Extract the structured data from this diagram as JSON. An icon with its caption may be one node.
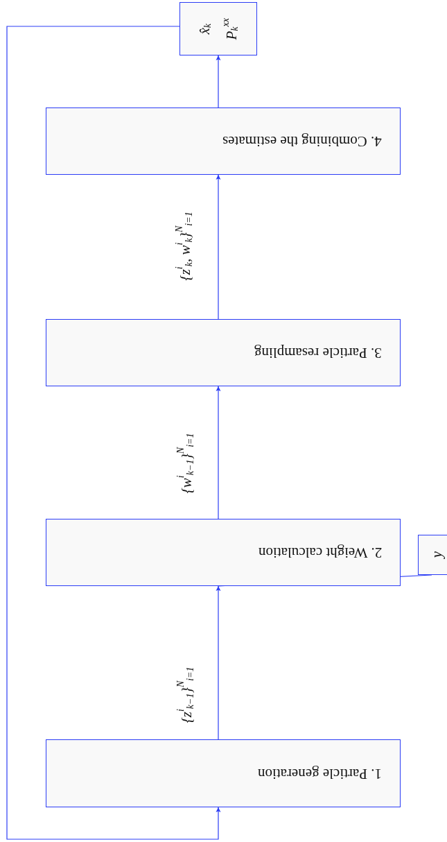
{
  "diagram": {
    "nodes": [
      {
        "text": [
          "1. Particle generation"
        ]
      },
      {
        "text": [
          "2. Weight calculation"
        ]
      },
      {
        "text": [
          "3. Particle resampling"
        ]
      },
      {
        "text": [
          "4. Combining the estimates"
        ]
      },
      {
        "text": [
          "x̂$_{k}$",
          "P$_{k}$$^{xx}$"
        ]
      },
      {
        "text": [
          "y"
        ]
      }
    ],
    "edges": [
      {
        "from": 0,
        "to": 1,
        "arrow": "to",
        "label": "{z$^{i}$$_{k−1}$}$^{N}$$_{i=1}$"
      },
      {
        "from": 1,
        "to": 2,
        "arrow": "to",
        "label": "{w$^{i}$$_{k−1}$}$^{N}$$_{i=1}$"
      },
      {
        "from": 2,
        "to": 3,
        "arrow": "to",
        "label": "{z$^{i}$$_{k}$, w$^{i}$$_{k}$}$^{N}$$_{i=1}$"
      },
      {
        "from": 3,
        "to": 4,
        "arrow": "to"
      },
      {
        "from": 4,
        "to": 0,
        "arrow": "to"
      },
      {
        "from": 5,
        "to": 1,
        "arrow": "none"
      }
    ]
  }
}
